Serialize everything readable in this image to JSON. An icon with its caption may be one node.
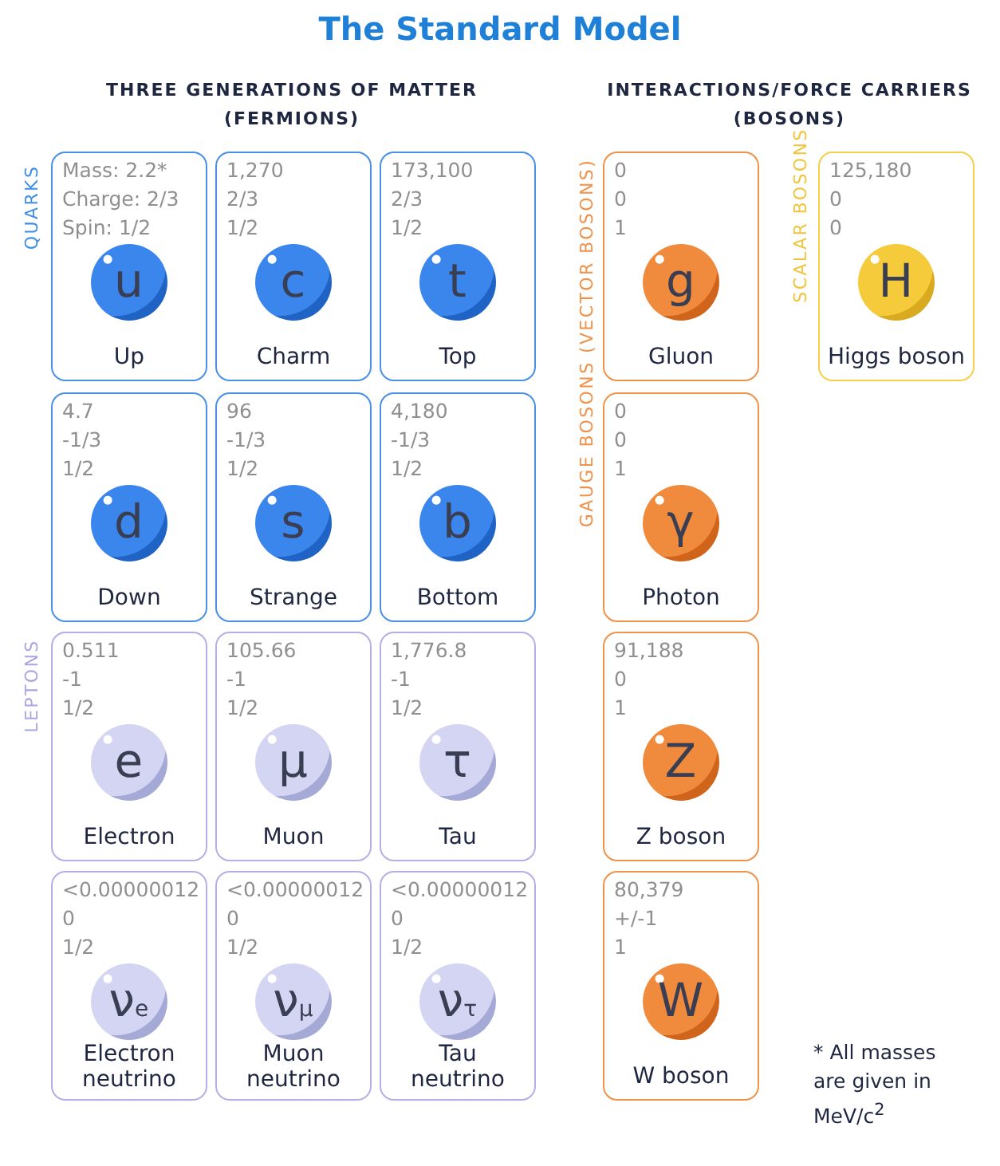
{
  "diagram": {
    "title": "The Standard Model",
    "nodes": [
      {
        "text": [
          "Mass: 2.2*",
          "Charge: 2/3",
          "Spin: 1/2",
          "Up"
        ]
      },
      {
        "text": [
          "u"
        ],
        "in": 0
      },
      {
        "text": [
          "1,270",
          "2/3",
          "1/2",
          "Charm"
        ]
      },
      {
        "text": [
          "c"
        ],
        "in": 2
      },
      {
        "text": [
          "173,100",
          "2/3",
          "1/2",
          "Top"
        ]
      },
      {
        "text": [
          "t"
        ],
        "in": 4
      },
      {
        "text": [
          "0",
          "0",
          "1",
          "Gluon"
        ]
      },
      {
        "text": [
          "g"
        ],
        "in": 6
      },
      {
        "text": [
          "125,180",
          "0",
          "0",
          "Higgs boson"
        ]
      },
      {
        "text": [
          "H"
        ],
        "in": 8
      },
      {
        "text": [
          "4.7",
          "-1/3",
          "1/2",
          "Down"
        ]
      },
      {
        "text": [
          "d"
        ],
        "in": 10
      },
      {
        "text": [
          "96",
          "-1/3",
          "1/2",
          "Strange"
        ]
      },
      {
        "text": [
          "s"
        ],
        "in": 12
      },
      {
        "text": [
          "4,180",
          "-1/3",
          "1/2",
          "Bottom"
        ]
      },
      {
        "text": [
          "b"
        ],
        "in": 14
      },
      {
        "text": [
          "0",
          "0",
          "1",
          "Photon"
        ]
      },
      {
        "text": [
          "γ"
        ],
        "in": 16
      },
      {
        "text": [
          "0.511",
          "-1",
          "1/2",
          "Electron"
        ]
      },
      {
        "text": [
          "e"
        ],
        "in": 18
      },
      {
        "text": [
          "105.66",
          "-1",
          "1/2",
          "Muon"
        ]
      },
      {
        "text": [
          "μ"
        ],
        "in": 20
      },
      {
        "text": [
          "1,776.8",
          "-1",
          "1/2",
          "Tau"
        ]
      },
      {
        "text": [
          "τ"
        ],
        "in": 22
      },
      {
        "text": [
          "91,188",
          "0",
          "1",
          "Z boson"
        ]
      },
      {
        "text": [
          "Z"
        ],
        "in": 24
      },
      {
        "text": [
          "<0.00000012",
          "0",
          "1/2",
          "Electron neutrino"
        ]
      },
      {
        "text": [
          "ν$_{e}$"
        ],
        "in": 26
      },
      {
        "text": [
          "<0.00000012",
          "0",
          "1/2",
          "Muon neutrino"
        ]
      },
      {
        "text": [
          "ν$_{μ}$"
        ],
        "in": 28
      },
      {
        "text": [
          "<0.00000012",
          "0",
          "1/2",
          "Tau neutrino"
        ]
      },
      {
        "text": [
          "ν$_{τ}$"
        ],
        "in": 30
      },
      {
        "text": [
          "80,379",
          "+/-1",
          "1",
          "W boson"
        ]
      },
      {
        "text": [
          "W"
        ],
        "in": 32
      }
    ],
    "labels": [
      "THREE GENERATIONS OF MATTER (FERMIONS)",
      "INTERACTIONS/FORCE CARRIERS (BOSONS)",
      "QUARKS",
      "GAUGE BOSONS (VECTOR BOSONS)",
      "SCALAR BOSONS",
      "LEPTONS",
      "* All masses are given in MeV/c$^{2}$"
    ]
  }
}
